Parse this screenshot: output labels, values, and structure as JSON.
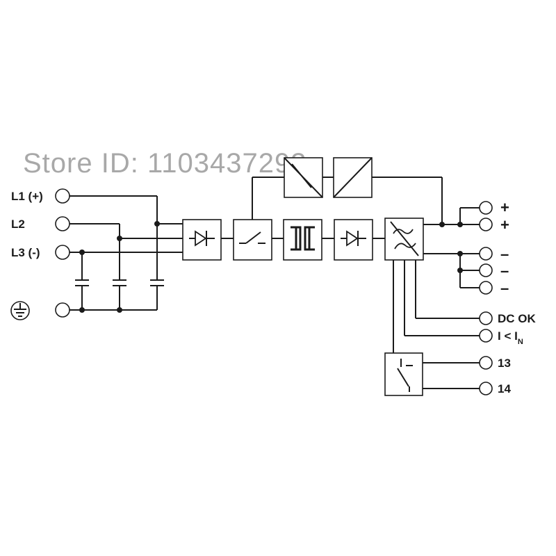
{
  "watermark": "Store ID:   1103437293",
  "inputs": {
    "l1": "L1 (+)",
    "l2": "L2",
    "l3": "L3 (-)",
    "ground_icon": "earth-ground-icon"
  },
  "blocks": [
    {
      "name": "rectifier-diode-block",
      "icon": "diode-icon"
    },
    {
      "name": "switch-block",
      "icon": "switch-icon"
    },
    {
      "name": "transformer-block",
      "icon": "transformer-icon"
    },
    {
      "name": "output-diode-block",
      "icon": "diode-icon"
    },
    {
      "name": "filter-block",
      "icon": "sine-wave-icon"
    },
    {
      "name": "feedback-block-1",
      "icon": "optocoupler-icon"
    },
    {
      "name": "feedback-block-2",
      "icon": "optocoupler-icon"
    },
    {
      "name": "relay-block",
      "icon": "relay-contact-icon"
    }
  ],
  "outputs": {
    "plus": "+",
    "minus": "–",
    "dc_ok": "DC OK",
    "i_prefix": "I < I",
    "i_sub": "N",
    "t13": "13",
    "t14": "14"
  }
}
